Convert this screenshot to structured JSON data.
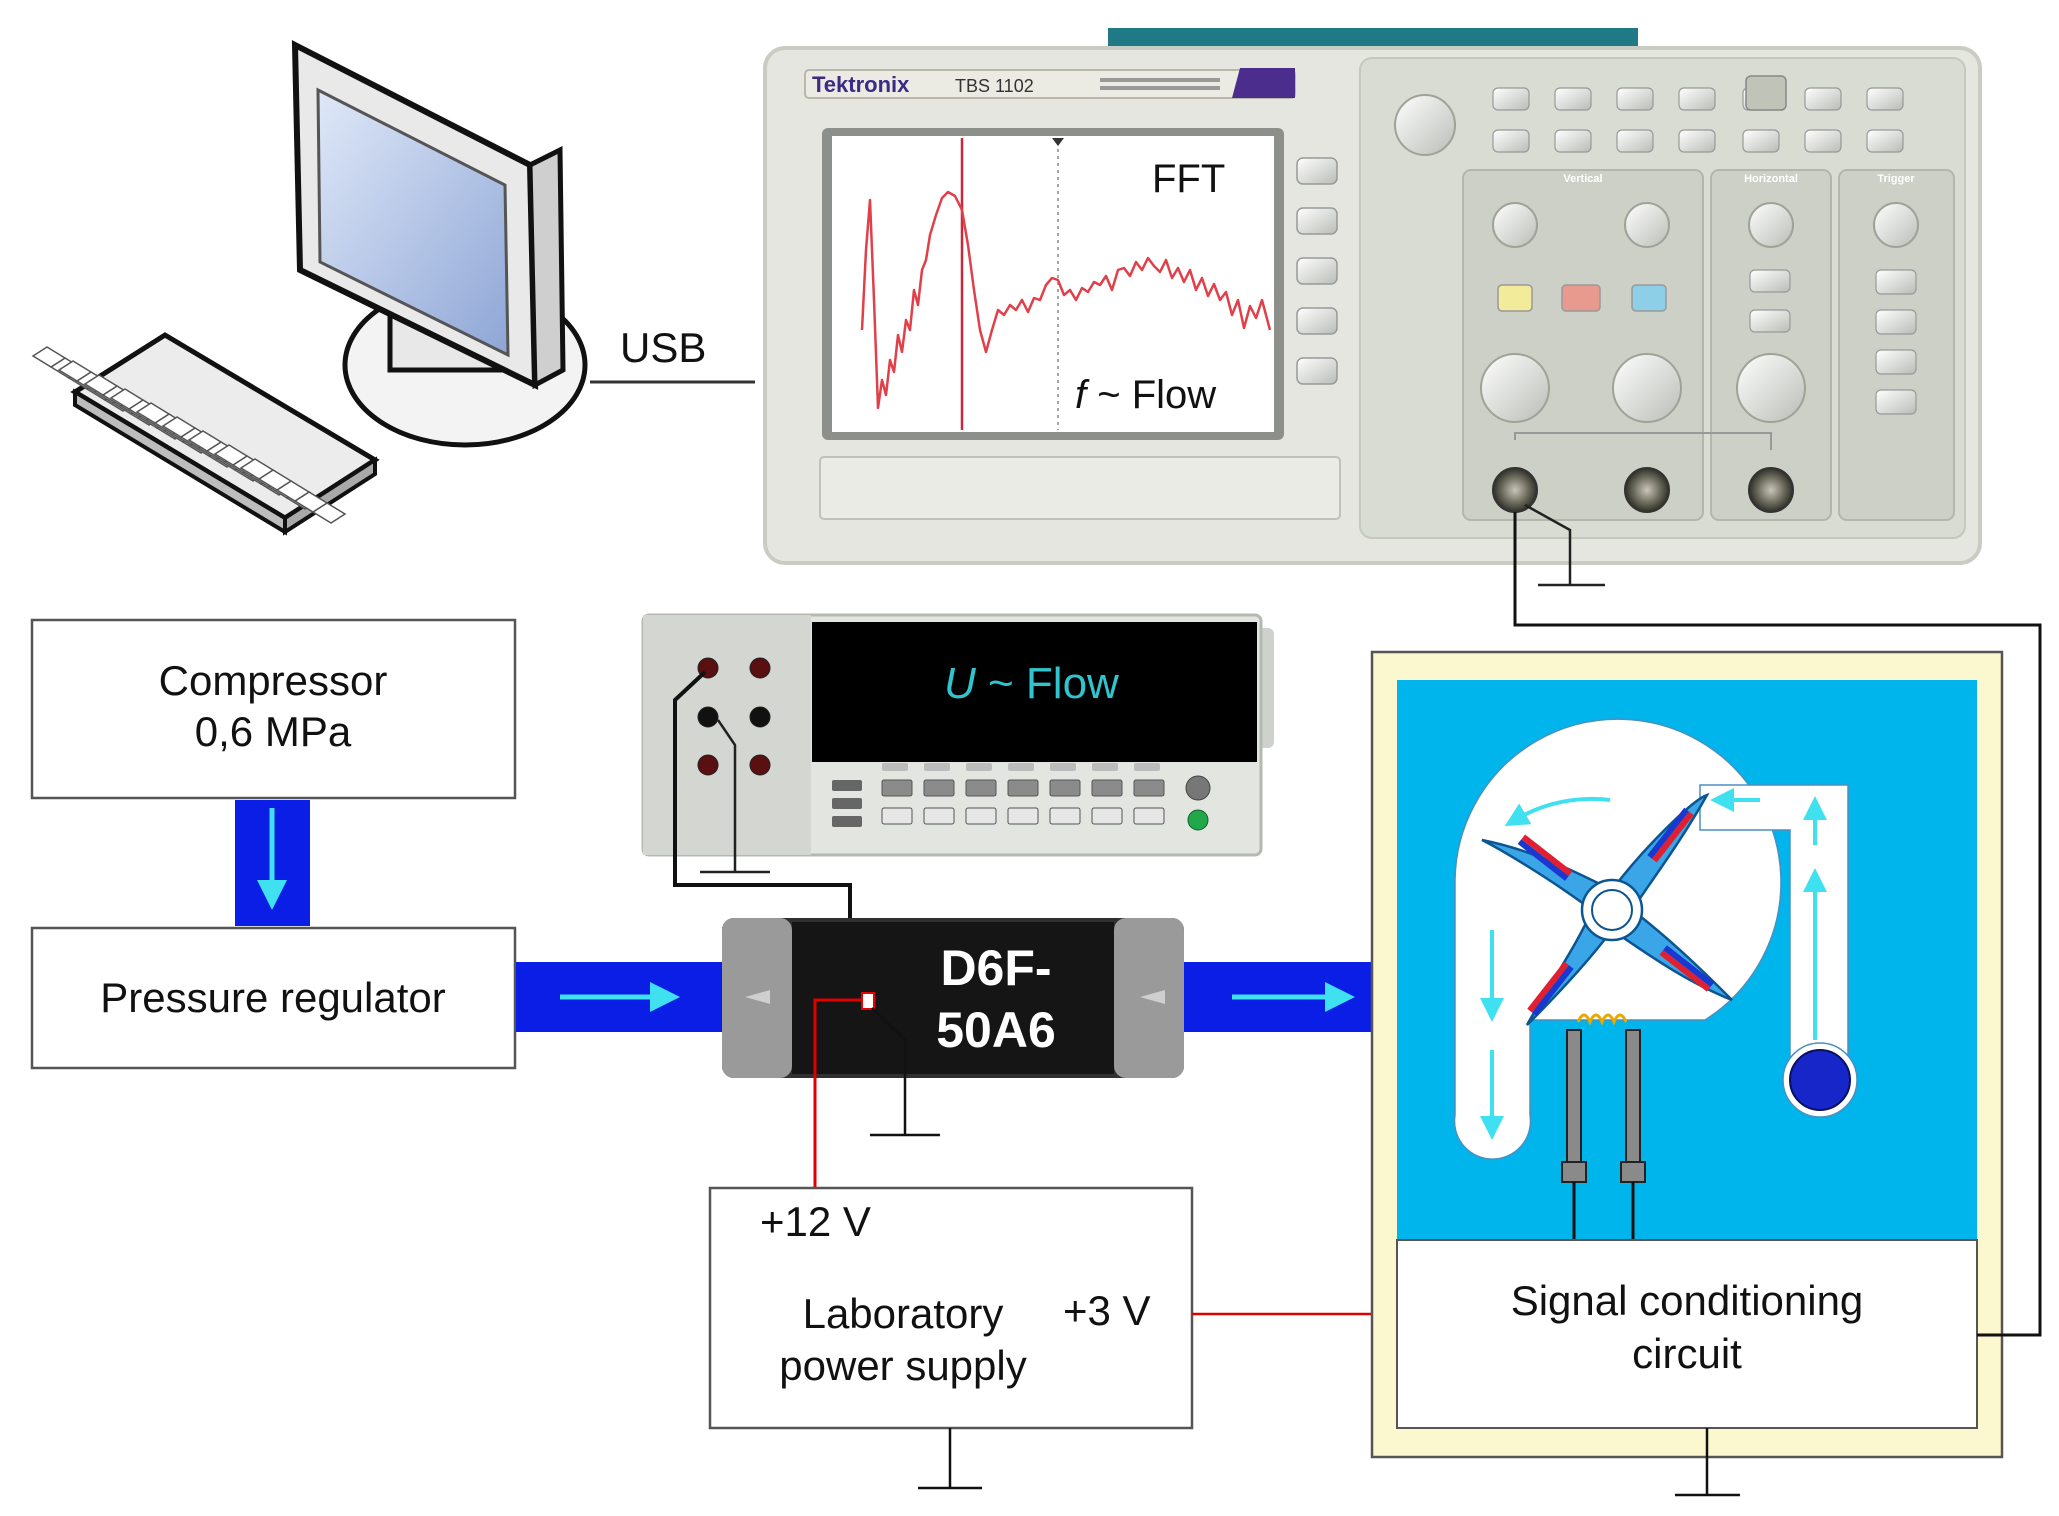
{
  "usb": {
    "label": "USB"
  },
  "oscilloscope": {
    "brand": "Tektronix",
    "model": "TBS 1102",
    "screen_title": "FFT",
    "screen_var": "f",
    "screen_rest": " ~ Flow",
    "sections": [
      "Vertical",
      "Horizontal",
      "Trigger"
    ]
  },
  "multimeter": {
    "display_var": "U",
    "display_rest": " ~ Flow"
  },
  "compressor": {
    "line1": "Compressor",
    "line2": "0,6 MPa"
  },
  "pressure_regulator": {
    "label": "Pressure regulator"
  },
  "flow_sensor": {
    "line1": "D6F-",
    "line2": "50A6"
  },
  "power_supply": {
    "v12": "+12 V",
    "v3": "+3 V",
    "line1": "Laboratory",
    "line2": "power supply"
  },
  "signal_circuit": {
    "line1": "Signal conditioning",
    "line2": "circuit"
  },
  "colors": {
    "pipe_blue": "#0a1ee6",
    "arrow_cyan": "#3fe0f0",
    "chamber_blue": "#00b4ec",
    "fft_trace": "#e0404a",
    "wire_red": "#e00000",
    "frame_cream": "#fbf7cf",
    "display_cyan": "#2ec5cf"
  }
}
